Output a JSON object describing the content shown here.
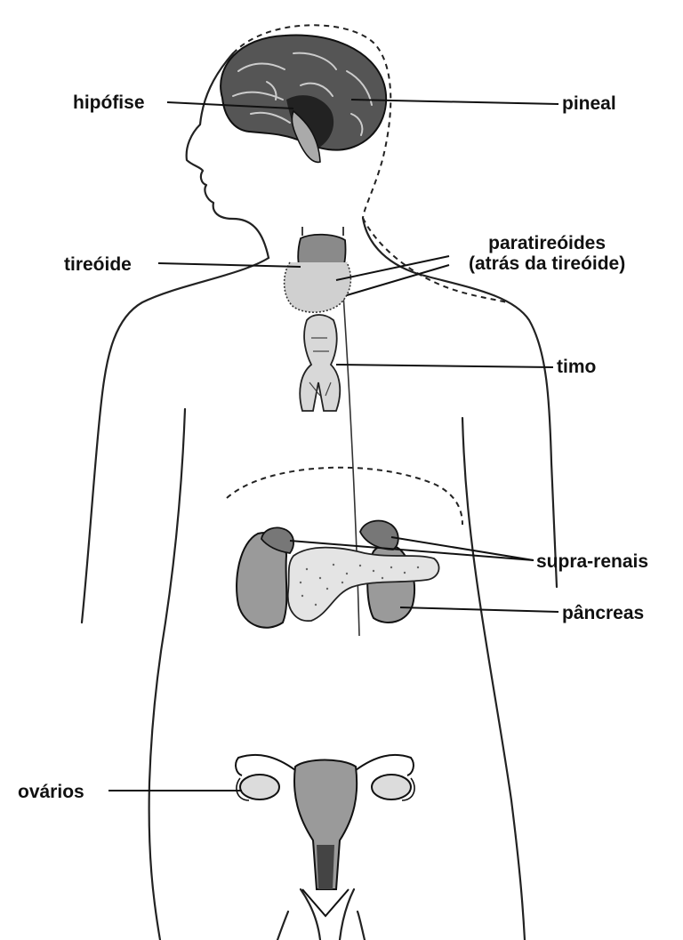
{
  "labels": {
    "hipofise": "hipófise",
    "pineal": "pineal",
    "tireoide": "tireóide",
    "paratireoides_line1": "paratireóides",
    "paratireoides_line2": "(atrás da tireóide)",
    "timo": "timo",
    "supra_renais": "supra-renais",
    "pancreas": "pâncreas",
    "ovarios": "ovários"
  },
  "colors": {
    "ink": "#111111",
    "brain": "#555555",
    "gland_gray": "#9a9a9a",
    "gland_light": "#c8c8c8",
    "background": "#ffffff"
  }
}
